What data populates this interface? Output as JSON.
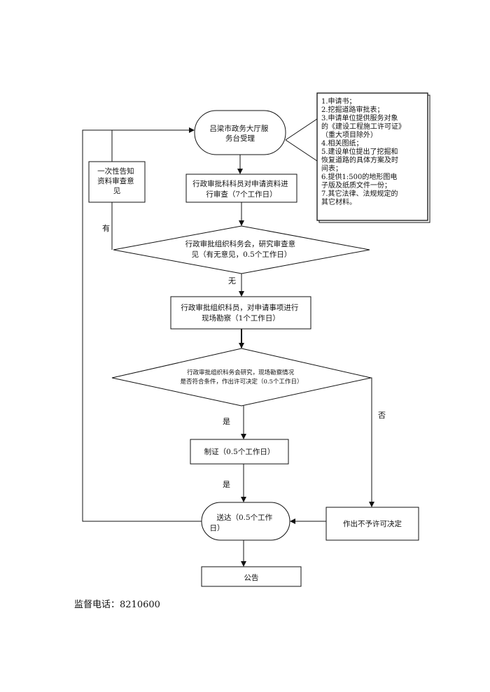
{
  "nodes": {
    "accept": [
      "吕梁市政务大厅服",
      "务台受理"
    ],
    "notify": [
      "一次性告知",
      "资料审查意",
      "见"
    ],
    "review": [
      "行政审批科科员对申请资料进",
      "行审查（7个工作日）"
    ],
    "meeting": [
      "行政审批组织科务会，研究审查意",
      "见（有无意见，0.5个工作日）"
    ],
    "inspect": [
      "行政审批组织科员，对申请事项进行",
      "现场勘察（1个工作日）"
    ],
    "decision": [
      "行政审批组织科务会研究，现场勘察情况",
      "是否符合条件，作出许可决定（0.5个工作日）"
    ],
    "license": "制证（0.5个工作日）",
    "deliver": [
      "送达（0.5个工作",
      "日）"
    ],
    "deny": "作出不予许可决定",
    "announce": "公告"
  },
  "requirements": [
    "1.申请书；",
    "2.挖掘道路审批表；",
    "3.申请单位提供服务对象",
    "的《建设工程施工许可证》",
    "（重大项目除外）",
    "4.相关图纸；",
    "5.建设单位提出了挖掘和",
    "恢复道路的具体方案及时",
    "间表；",
    "6.提供1:500的地形图电",
    "子版及纸质文件一份；",
    "7.其它法律、法规规定的",
    "其它材料。"
  ],
  "edge_labels": {
    "has": "有",
    "none": "无",
    "yes1": "是",
    "yes2": "是",
    "no": "否"
  },
  "footer": {
    "phone": "监督电话：8210600"
  }
}
